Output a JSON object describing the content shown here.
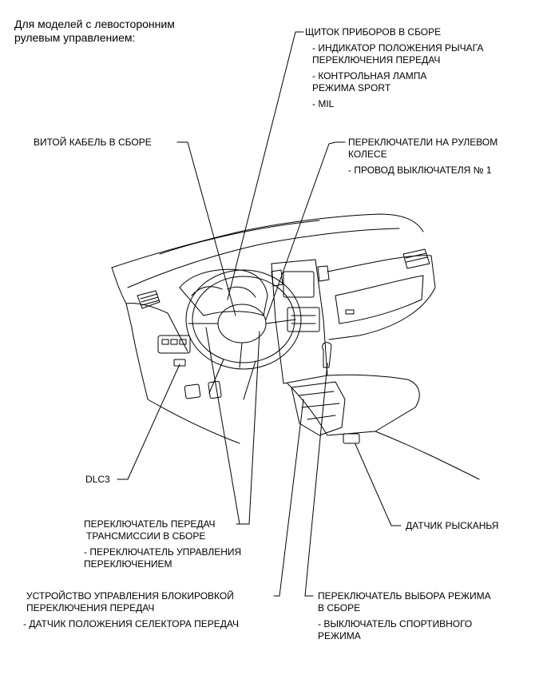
{
  "caption": [
    "Для моделей с левосторонним",
    "рулевым управлением:"
  ],
  "labels": {
    "combination_meter": {
      "title": "ЩИТОК ПРИБОРОВ В СБОРЕ",
      "items": [
        "- ИНДИКАТОР ПОЛОЖЕНИЯ РЫЧАГА",
        "ПЕРЕКЛЮЧЕНИЯ ПЕРЕДАЧ",
        "- КОНТРОЛЬНАЯ ЛАМПА",
        "РЕЖИМА SPORT",
        "- MIL"
      ]
    },
    "spiral_cable": {
      "title": "ВИТОЙ КАБЕЛЬ В СБОРЕ"
    },
    "steering_pad_switch": {
      "title": [
        "ПЕРЕКЛЮЧАТЕЛИ НА РУЛЕВОМ",
        "КОЛЕСЕ"
      ],
      "items": [
        "- ПРОВОД ВЫКЛЮЧАТЕЛЯ № 1"
      ]
    },
    "dlc3": {
      "title": "DLC3"
    },
    "yaw_sensor": {
      "title": "ДАТЧИК РЫСКАНЬЯ"
    },
    "transmission_shift_switch": {
      "title": [
        "ПЕРЕКЛЮЧАТЕЛЬ ПЕРЕДАЧ",
        "ТРАНСМИССИИ В СБОРЕ"
      ],
      "items": [
        "- ПЕРЕКЛЮЧАТЕЛЬ УПРАВЛЕНИЯ",
        "ПЕРЕКЛЮЧЕНИЕМ"
      ]
    },
    "shift_lock_control": {
      "title": [
        "УСТРОЙСТВО УПРАВЛЕНИЯ БЛОКИРОВКОЙ",
        "ПЕРЕКЛЮЧЕНИЯ ПЕРЕДАЧ"
      ],
      "items": [
        "- ДАТЧИК ПОЛОЖЕНИЯ СЕЛЕКТОРА ПЕРЕДАЧ"
      ]
    },
    "pattern_select_switch": {
      "title": [
        "ПЕРЕКЛЮЧАТЕЛЬ ВЫБОРА РЕЖИМА",
        "В СБОРЕ"
      ],
      "items": [
        "- ВЫКЛЮЧАТЕЛЬ СПОРТИВНОГО",
        "РЕЖИМА"
      ]
    }
  },
  "colors": {
    "line": "#000000",
    "background": "#ffffff"
  }
}
